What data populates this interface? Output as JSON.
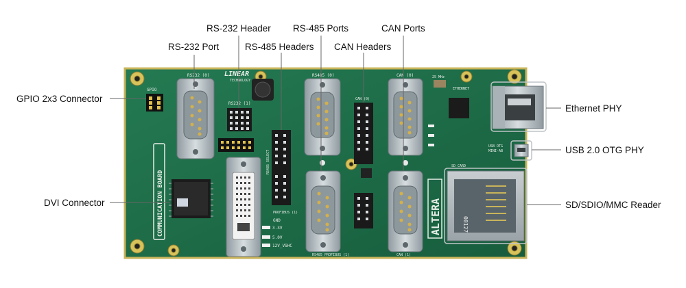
{
  "labels": {
    "gpio": "GPIO 2x3 Connector",
    "dvi": "DVI Connector",
    "rs232_port": "RS-232 Port",
    "rs232_header": "RS-232 Header",
    "rs485_headers": "RS-485 Headers",
    "rs485_ports": "RS-485 Ports",
    "can_headers": "CAN Headers",
    "can_ports": "CAN Ports",
    "ethernet_phy": "Ethernet PHY",
    "usb_otg": "USB 2.0 OTG PHY",
    "sd_reader": "SD/SDIO/MMC Reader"
  },
  "silkscreen": {
    "board_name": "COMMUNICATION BOARD",
    "brand": "ALTERA",
    "lt_logo": "LINEAR",
    "lt_sub": "TECHNOLOGY",
    "gpio": "GPIO",
    "rs232": "RS232 (0)",
    "rs232_hdr": "RS232 (1)",
    "rs485_0": "RS485 (0)",
    "can_0": "CAN (0)",
    "can_hdr": "CAN (0)",
    "can_1": "CAN (1)",
    "profibus": "PROFIBUS (1)",
    "rs485_1": "RS485 PROFIBUS (1)",
    "rs485_select": "RS485 SELECT",
    "ethernet": "ETHERNET",
    "usb": "USB OTG",
    "usb_sub": "MINI-AB",
    "sd_card": "SD CARD",
    "sd_marking": "00127",
    "gnd": "GND",
    "v33": "3.3V",
    "v50": "5.0V",
    "v12": "12V_VSHC",
    "clk": "25 MHz"
  },
  "colors": {
    "pcb": "#1f6e4a",
    "pcb_dark": "#16573a",
    "connector_metal": "#b9c2c5",
    "callout_line": "#666666",
    "highlight_box": "#bfc4c7"
  }
}
